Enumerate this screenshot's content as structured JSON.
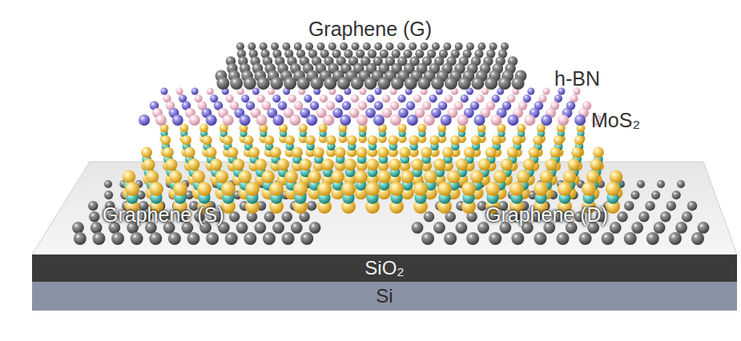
{
  "diagram": {
    "nodes": [
      {
        "text": [
          "SiO₂"
        ]
      },
      {
        "text": [
          "Si"
        ]
      }
    ],
    "labels": [
      "Graphene (G)",
      "h-BN",
      "MoS₂",
      "Graphene (S)",
      "Graphene (D)"
    ]
  }
}
